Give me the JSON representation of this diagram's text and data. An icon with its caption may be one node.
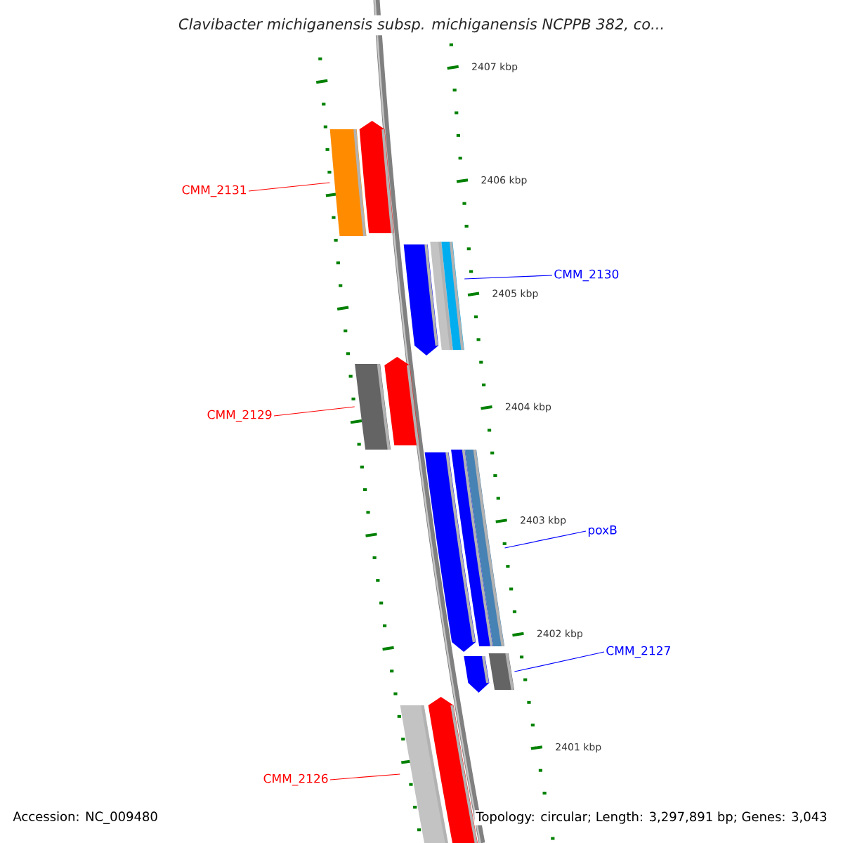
{
  "diagram": {
    "title": "Clavibacter michiganensis subsp. michiganensis NCPPB 382, co...",
    "nodes": [
      {
        "text": [
          "CMM_2131"
        ]
      },
      {
        "text": [
          "CMM_2130"
        ]
      },
      {
        "text": [
          "CMM_2129"
        ]
      },
      {
        "text": [
          "poxB"
        ]
      },
      {
        "text": [
          "CMM_2127"
        ]
      },
      {
        "text": [
          "CMM_2126"
        ]
      },
      {
        "text": [],
        "shape": "bar"
      },
      {
        "text": [],
        "shape": "bar"
      },
      {
        "text": [],
        "shape": "bar"
      },
      {
        "text": [],
        "shape": "bar"
      },
      {
        "text": [],
        "shape": "bar"
      },
      {
        "text": [],
        "shape": "bar"
      }
    ],
    "edges": [
      {
        "from": 0,
        "to": 6,
        "arrow": "none",
        "color": "#ff0000"
      },
      {
        "from": 1,
        "to": 7,
        "arrow": "none",
        "color": "#0000ff"
      },
      {
        "from": 2,
        "to": 8,
        "arrow": "none",
        "color": "#ff0000"
      },
      {
        "from": 3,
        "to": 9,
        "arrow": "none",
        "color": "#0000ff"
      },
      {
        "from": 4,
        "to": 10,
        "arrow": "none",
        "color": "#0000ff"
      },
      {
        "from": 5,
        "to": 11,
        "arrow": "none",
        "color": "#ff0000"
      }
    ],
    "labels": [
      "2407 kbp",
      "2406 kbp",
      "2405 kbp",
      "2404 kbp",
      "2403 kbp",
      "2402 kbp",
      "2401 kbp",
      "Accession: NC_009480",
      "Topology: circular; Length: 3,297,891 bp; Genes: 3,043"
    ]
  }
}
